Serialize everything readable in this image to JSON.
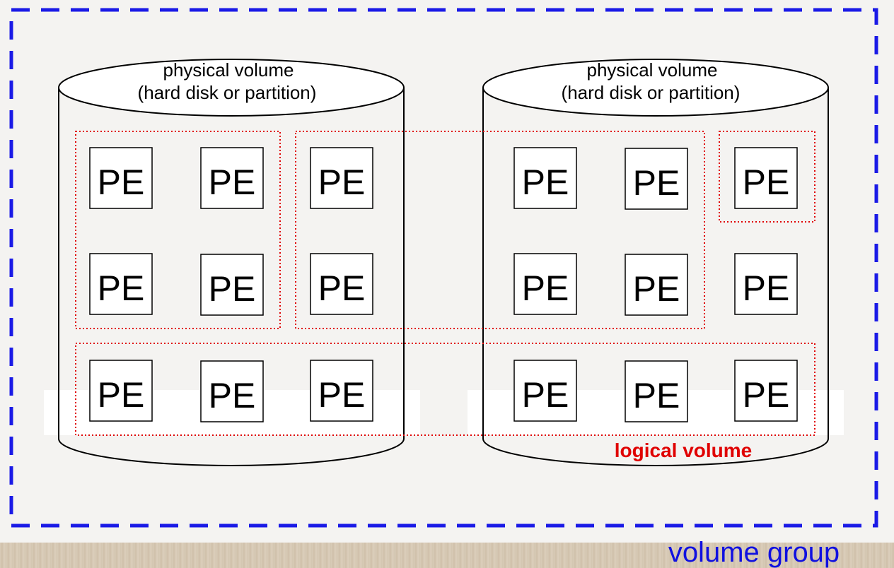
{
  "colors": {
    "volume_group_border": "#1a1ae6",
    "logical_volume_border": "#e00000",
    "volume_group_label": "#1010e0",
    "logical_volume_label": "#e00000"
  },
  "physical_volumes": [
    {
      "label_line1": "physical volume",
      "label_line2": "(hard disk or partition)"
    },
    {
      "label_line1": "physical volume",
      "label_line2": "(hard disk or partition)"
    }
  ],
  "pe_label": "PE",
  "logical_volume_label": "logical volume",
  "volume_group_label": "volume group"
}
